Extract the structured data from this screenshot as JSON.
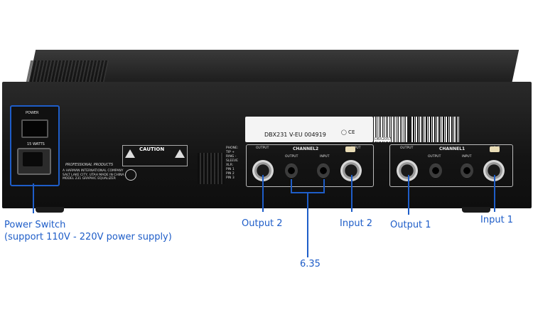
{
  "callouts": {
    "power_switch": "Power Switch",
    "power_supply_note": "(support 110V - 220V power supply)",
    "output2": "Output 2",
    "input2": "Input 2",
    "output1": "Output 1",
    "input1": "Input 1",
    "jack_size": "6.35"
  },
  "panel_text": {
    "power": "POWER",
    "watts": "15 WATTS",
    "caution": "CAUTION",
    "professional": "PROFESSIONAL PRODUCTS",
    "company": "A HARMAN INTERNATIONAL COMPANY\nSALT LAKE CITY, UTAH MADE IN CHINA\nMODEL 231 GRAPHIC EQUALIZER",
    "phone_pins": "PHONE:\nTIP +\nRING -\nSLEEVE\nXLR:\nPIN 1\nPIN 2\nPIN 3",
    "channel2": "CHANNEL2",
    "channel1": "CHANNEL1",
    "output": "OUTPUT",
    "input": "INPUT",
    "sticker_model": "DBX231 V-EU   004919",
    "barcode": "DBX2057"
  },
  "colors": {
    "accent": "#1e5dc8"
  }
}
